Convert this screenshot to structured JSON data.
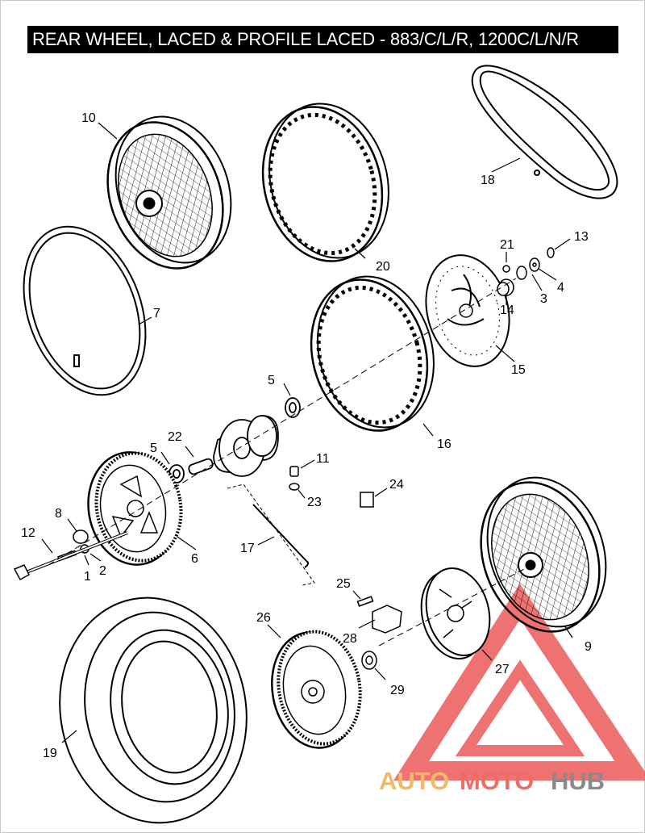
{
  "title": "REAR WHEEL, LACED & PROFILE LACED - 883/C/L/R, 1200C/L/N/R",
  "callouts": {
    "c1": "1",
    "c2": "2",
    "c3": "3",
    "c4": "4",
    "c5a": "5",
    "c5b": "5",
    "c6": "6",
    "c7": "7",
    "c8": "8",
    "c9": "9",
    "c10": "10",
    "c11": "11",
    "c12": "12",
    "c13": "13",
    "c14": "14",
    "c15": "15",
    "c16": "16",
    "c17": "17",
    "c18": "18",
    "c19": "19",
    "c20": "20",
    "c21": "21",
    "c22": "22",
    "c23": "23",
    "c24": "24",
    "c25": "25",
    "c26": "26",
    "c27": "27",
    "c28": "28",
    "c29": "29"
  },
  "watermark": {
    "auto": "AUTO",
    "moto": "MOTO",
    "hub": "HUB",
    "colors": {
      "auto": "#f2b96a",
      "moto": "#ee6c64",
      "hub": "#8a8a8a",
      "logo": "#ec5a5a"
    }
  }
}
